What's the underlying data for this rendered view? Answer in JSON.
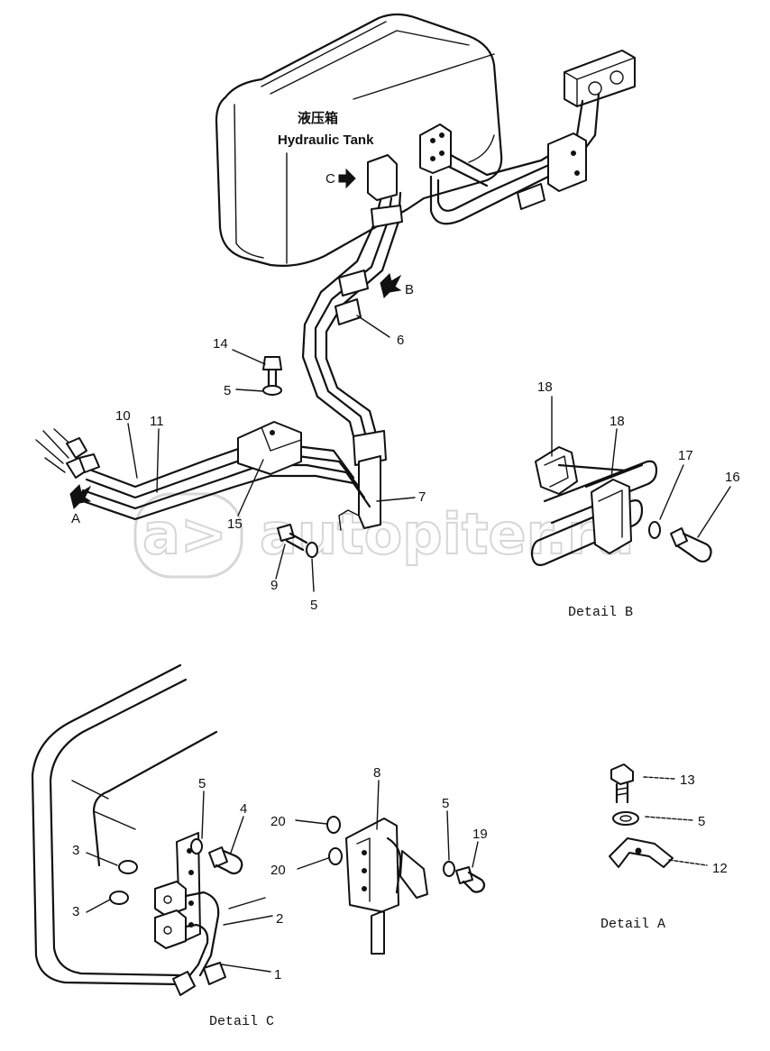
{
  "tank_label_cn": "液压箱",
  "tank_label_en": "Hydraulic Tank",
  "view_markers": {
    "a": "A",
    "b": "B",
    "c": "C"
  },
  "details": {
    "a": "Detail A",
    "b": "Detail B",
    "c": "Detail C"
  },
  "watermark": "autopiter.ru",
  "watermark_logo": "a>",
  "callouts": [
    {
      "id": "c14",
      "text": "14"
    },
    {
      "id": "c5a",
      "text": "5"
    },
    {
      "id": "c10",
      "text": "10"
    },
    {
      "id": "c11",
      "text": "11"
    },
    {
      "id": "c6",
      "text": "6"
    },
    {
      "id": "c7",
      "text": "7"
    },
    {
      "id": "c15",
      "text": "15"
    },
    {
      "id": "c9",
      "text": "9"
    },
    {
      "id": "c5b",
      "text": "5"
    },
    {
      "id": "c18a",
      "text": "18"
    },
    {
      "id": "c18b",
      "text": "18"
    },
    {
      "id": "c17",
      "text": "17"
    },
    {
      "id": "c16",
      "text": "16"
    },
    {
      "id": "c8",
      "text": "8"
    },
    {
      "id": "c5c",
      "text": "5"
    },
    {
      "id": "c4",
      "text": "4"
    },
    {
      "id": "c20a",
      "text": "20"
    },
    {
      "id": "c20b",
      "text": "20"
    },
    {
      "id": "c3a",
      "text": "3"
    },
    {
      "id": "c3b",
      "text": "3"
    },
    {
      "id": "c5d",
      "text": "5"
    },
    {
      "id": "c19",
      "text": "19"
    },
    {
      "id": "c2",
      "text": "2"
    },
    {
      "id": "c1",
      "text": "1"
    },
    {
      "id": "c13",
      "text": "13"
    },
    {
      "id": "c5e",
      "text": "5"
    },
    {
      "id": "c12",
      "text": "12"
    }
  ]
}
